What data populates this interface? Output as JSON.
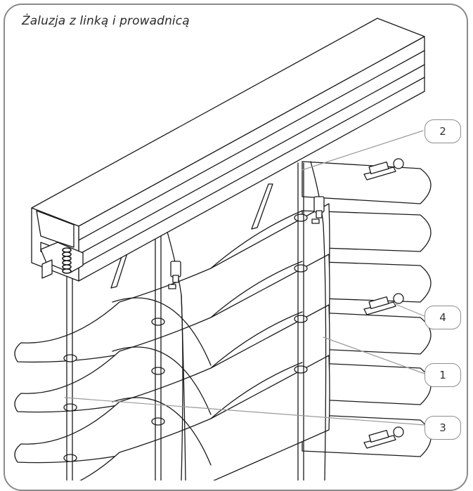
{
  "title": "Żaluzja z linką i prowadnicą",
  "callouts": [
    {
      "id": "c2",
      "label": "2"
    },
    {
      "id": "c4",
      "label": "4"
    },
    {
      "id": "c1",
      "label": "1"
    },
    {
      "id": "c3",
      "label": "3"
    }
  ]
}
